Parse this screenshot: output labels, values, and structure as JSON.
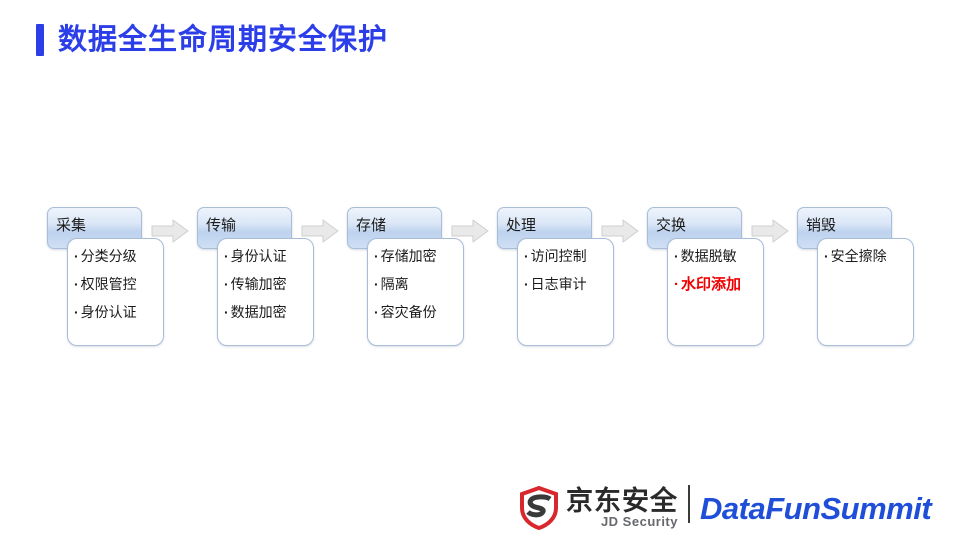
{
  "slide": {
    "title": "数据全生命周期安全保护",
    "accent_color": "#2b3ee8",
    "background_color": "#ffffff"
  },
  "flow": {
    "arrow_icon": "right-arrow-icon",
    "highlight_color": "#f00000",
    "stages": [
      {
        "header": "采集",
        "items": [
          {
            "text": "分类分级",
            "highlight": false
          },
          {
            "text": "权限管控",
            "highlight": false
          },
          {
            "text": "身份认证",
            "highlight": false
          }
        ]
      },
      {
        "header": "传输",
        "items": [
          {
            "text": "身份认证",
            "highlight": false
          },
          {
            "text": "传输加密",
            "highlight": false
          },
          {
            "text": "数据加密",
            "highlight": false
          }
        ]
      },
      {
        "header": "存储",
        "items": [
          {
            "text": "存储加密",
            "highlight": false
          },
          {
            "text": "隔离",
            "highlight": false
          },
          {
            "text": "容灾备份",
            "highlight": false
          }
        ]
      },
      {
        "header": "处理",
        "items": [
          {
            "text": "访问控制",
            "highlight": false
          },
          {
            "text": "日志审计",
            "highlight": false
          }
        ]
      },
      {
        "header": "交换",
        "items": [
          {
            "text": "数据脱敏",
            "highlight": false
          },
          {
            "text": "水印添加",
            "highlight": true
          }
        ]
      },
      {
        "header": "销毁",
        "items": [
          {
            "text": "安全擦除",
            "highlight": false
          }
        ]
      }
    ]
  },
  "footer": {
    "shield_icon": "shield-icon",
    "jd_cn": "京东安全",
    "jd_en": "JD Security",
    "summit": "DataFunSummit",
    "summit_color": "#1f4fd8",
    "shield_color": "#d9272e"
  }
}
